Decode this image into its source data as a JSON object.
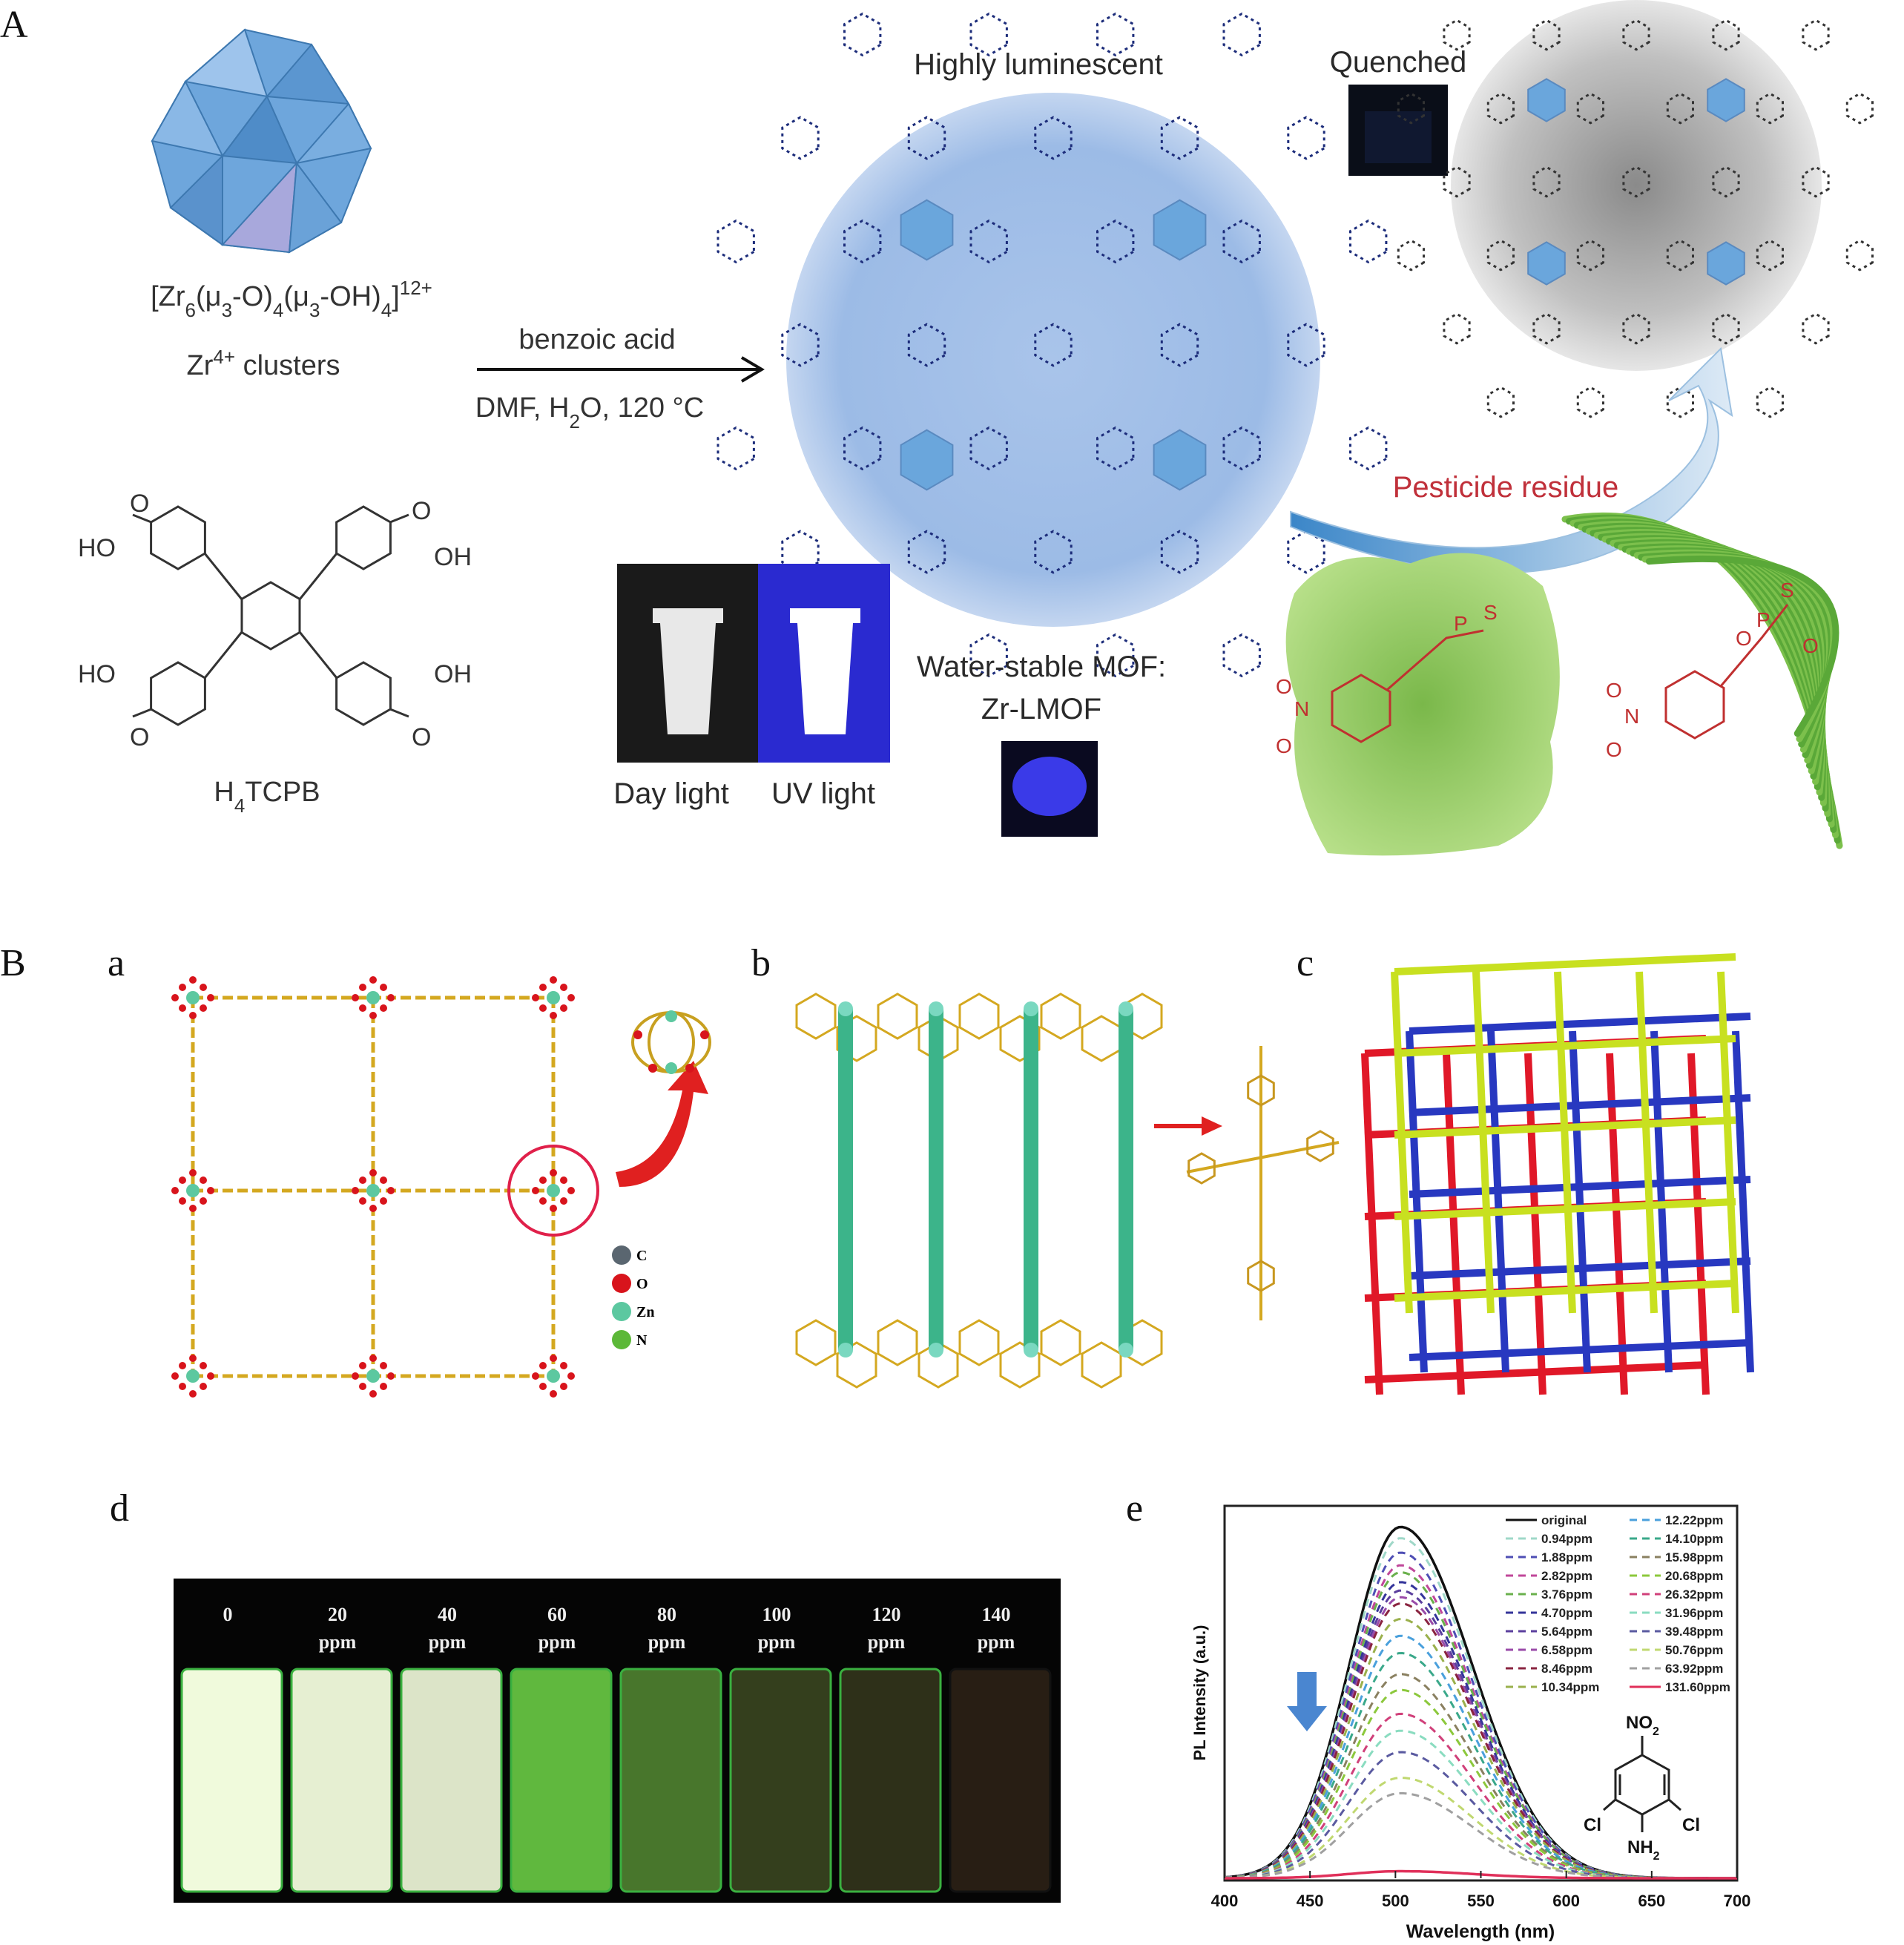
{
  "panel_labels": {
    "A": "A",
    "B": "B",
    "a": "a",
    "b": "b",
    "c": "c",
    "d": "d",
    "e": "e"
  },
  "panelA": {
    "formula_parts": [
      "[Zr",
      "6",
      "(μ",
      "3",
      "-O)",
      "4",
      "(μ",
      "3",
      "-OH)",
      "4",
      "]",
      "12+"
    ],
    "cluster_label_parts": [
      "Zr",
      "4+",
      " clusters"
    ],
    "reagent_top": "benzoic acid",
    "conditions_parts": [
      "DMF, H",
      "2",
      "O, 120 °C"
    ],
    "linker_label_parts": [
      "H",
      "4",
      "TCPB"
    ],
    "linker_groups": {
      "HO": "HO",
      "OH": "OH",
      "O": "O"
    },
    "highly_luminescent": "Highly luminescent",
    "quenched": "Quenched",
    "day_light": "Day light",
    "uv_light": "UV light",
    "mof_line1": "Water-stable  MOF:",
    "mof_line2": "Zr-LMOF",
    "pesticide_residue": "Pesticide residue",
    "pesticide_atoms": {
      "O": "O",
      "N": "N",
      "P": "P",
      "S": "S"
    }
  },
  "panelB": {
    "element_legend": [
      {
        "label": "C",
        "color": "#5a6670"
      },
      {
        "label": "O",
        "color": "#d8141c"
      },
      {
        "label": "Zn",
        "color": "#5cc8a0"
      },
      {
        "label": "N",
        "color": "#5cb838"
      }
    ],
    "vial_labels": [
      {
        "value": "0",
        "unit": ""
      },
      {
        "value": "20",
        "unit": "ppm"
      },
      {
        "value": "40",
        "unit": "ppm"
      },
      {
        "value": "60",
        "unit": "ppm"
      },
      {
        "value": "80",
        "unit": "ppm"
      },
      {
        "value": "100",
        "unit": "ppm"
      },
      {
        "value": "120",
        "unit": "ppm"
      },
      {
        "value": "140",
        "unit": "ppm"
      }
    ],
    "vial_brightness": [
      1.0,
      0.95,
      0.9,
      0.7,
      0.4,
      0.15,
      0.08,
      0.0
    ],
    "analyte": {
      "NO2": [
        "NO",
        "2"
      ],
      "NH2": [
        "NH",
        "2"
      ],
      "Cl": "Cl"
    }
  },
  "chart_data": {
    "type": "line",
    "title": "",
    "xlabel": "Wavelength (nm)",
    "ylabel": "PL Intensity (a.u.)",
    "xlim": [
      400,
      700
    ],
    "ylim": [
      0,
      1.06
    ],
    "xticks": [
      400,
      450,
      500,
      550,
      600,
      650,
      700
    ],
    "peak_wavelength": 503,
    "legend_position": "top-right",
    "series": [
      {
        "name": "original",
        "color": "#111111",
        "style": "solid",
        "peak": 1.0
      },
      {
        "name": "0.94ppm",
        "color": "#9fd8c8",
        "style": "dashed",
        "peak": 0.968
      },
      {
        "name": "1.88ppm",
        "color": "#4e4eb4",
        "style": "dashed",
        "peak": 0.927
      },
      {
        "name": "2.82ppm",
        "color": "#c0479a",
        "style": "dashed",
        "peak": 0.891
      },
      {
        "name": "3.76ppm",
        "color": "#6ab04c",
        "style": "dashed",
        "peak": 0.871
      },
      {
        "name": "4.70ppm",
        "color": "#34349a",
        "style": "dashed",
        "peak": 0.843
      },
      {
        "name": "5.64ppm",
        "color": "#5b3f9e",
        "style": "dashed",
        "peak": 0.819
      },
      {
        "name": "6.58ppm",
        "color": "#9a4aa8",
        "style": "dashed",
        "peak": 0.8
      },
      {
        "name": "8.46ppm",
        "color": "#8a2440",
        "style": "dashed",
        "peak": 0.782
      },
      {
        "name": "10.34ppm",
        "color": "#9ab04c",
        "style": "dashed",
        "peak": 0.738
      },
      {
        "name": "12.22ppm",
        "color": "#4aa0dc",
        "style": "dashed",
        "peak": 0.69
      },
      {
        "name": "14.10ppm",
        "color": "#3aa88a",
        "style": "dashed",
        "peak": 0.641
      },
      {
        "name": "15.98ppm",
        "color": "#8a8060",
        "style": "dashed",
        "peak": 0.581
      },
      {
        "name": "20.68ppm",
        "color": "#8cc83c",
        "style": "dashed",
        "peak": 0.536
      },
      {
        "name": "26.32ppm",
        "color": "#d0407a",
        "style": "dashed",
        "peak": 0.468
      },
      {
        "name": "31.96ppm",
        "color": "#8adcc0",
        "style": "dashed",
        "peak": 0.42
      },
      {
        "name": "39.48ppm",
        "color": "#5a5aa0",
        "style": "dashed",
        "peak": 0.359
      },
      {
        "name": "50.76ppm",
        "color": "#c0d870",
        "style": "dashed",
        "peak": 0.286
      },
      {
        "name": "63.92ppm",
        "color": "#a0a0a0",
        "style": "dashed",
        "peak": 0.242
      },
      {
        "name": "131.60ppm",
        "color": "#e0305a",
        "style": "solid",
        "peak": 0.02
      }
    ]
  }
}
